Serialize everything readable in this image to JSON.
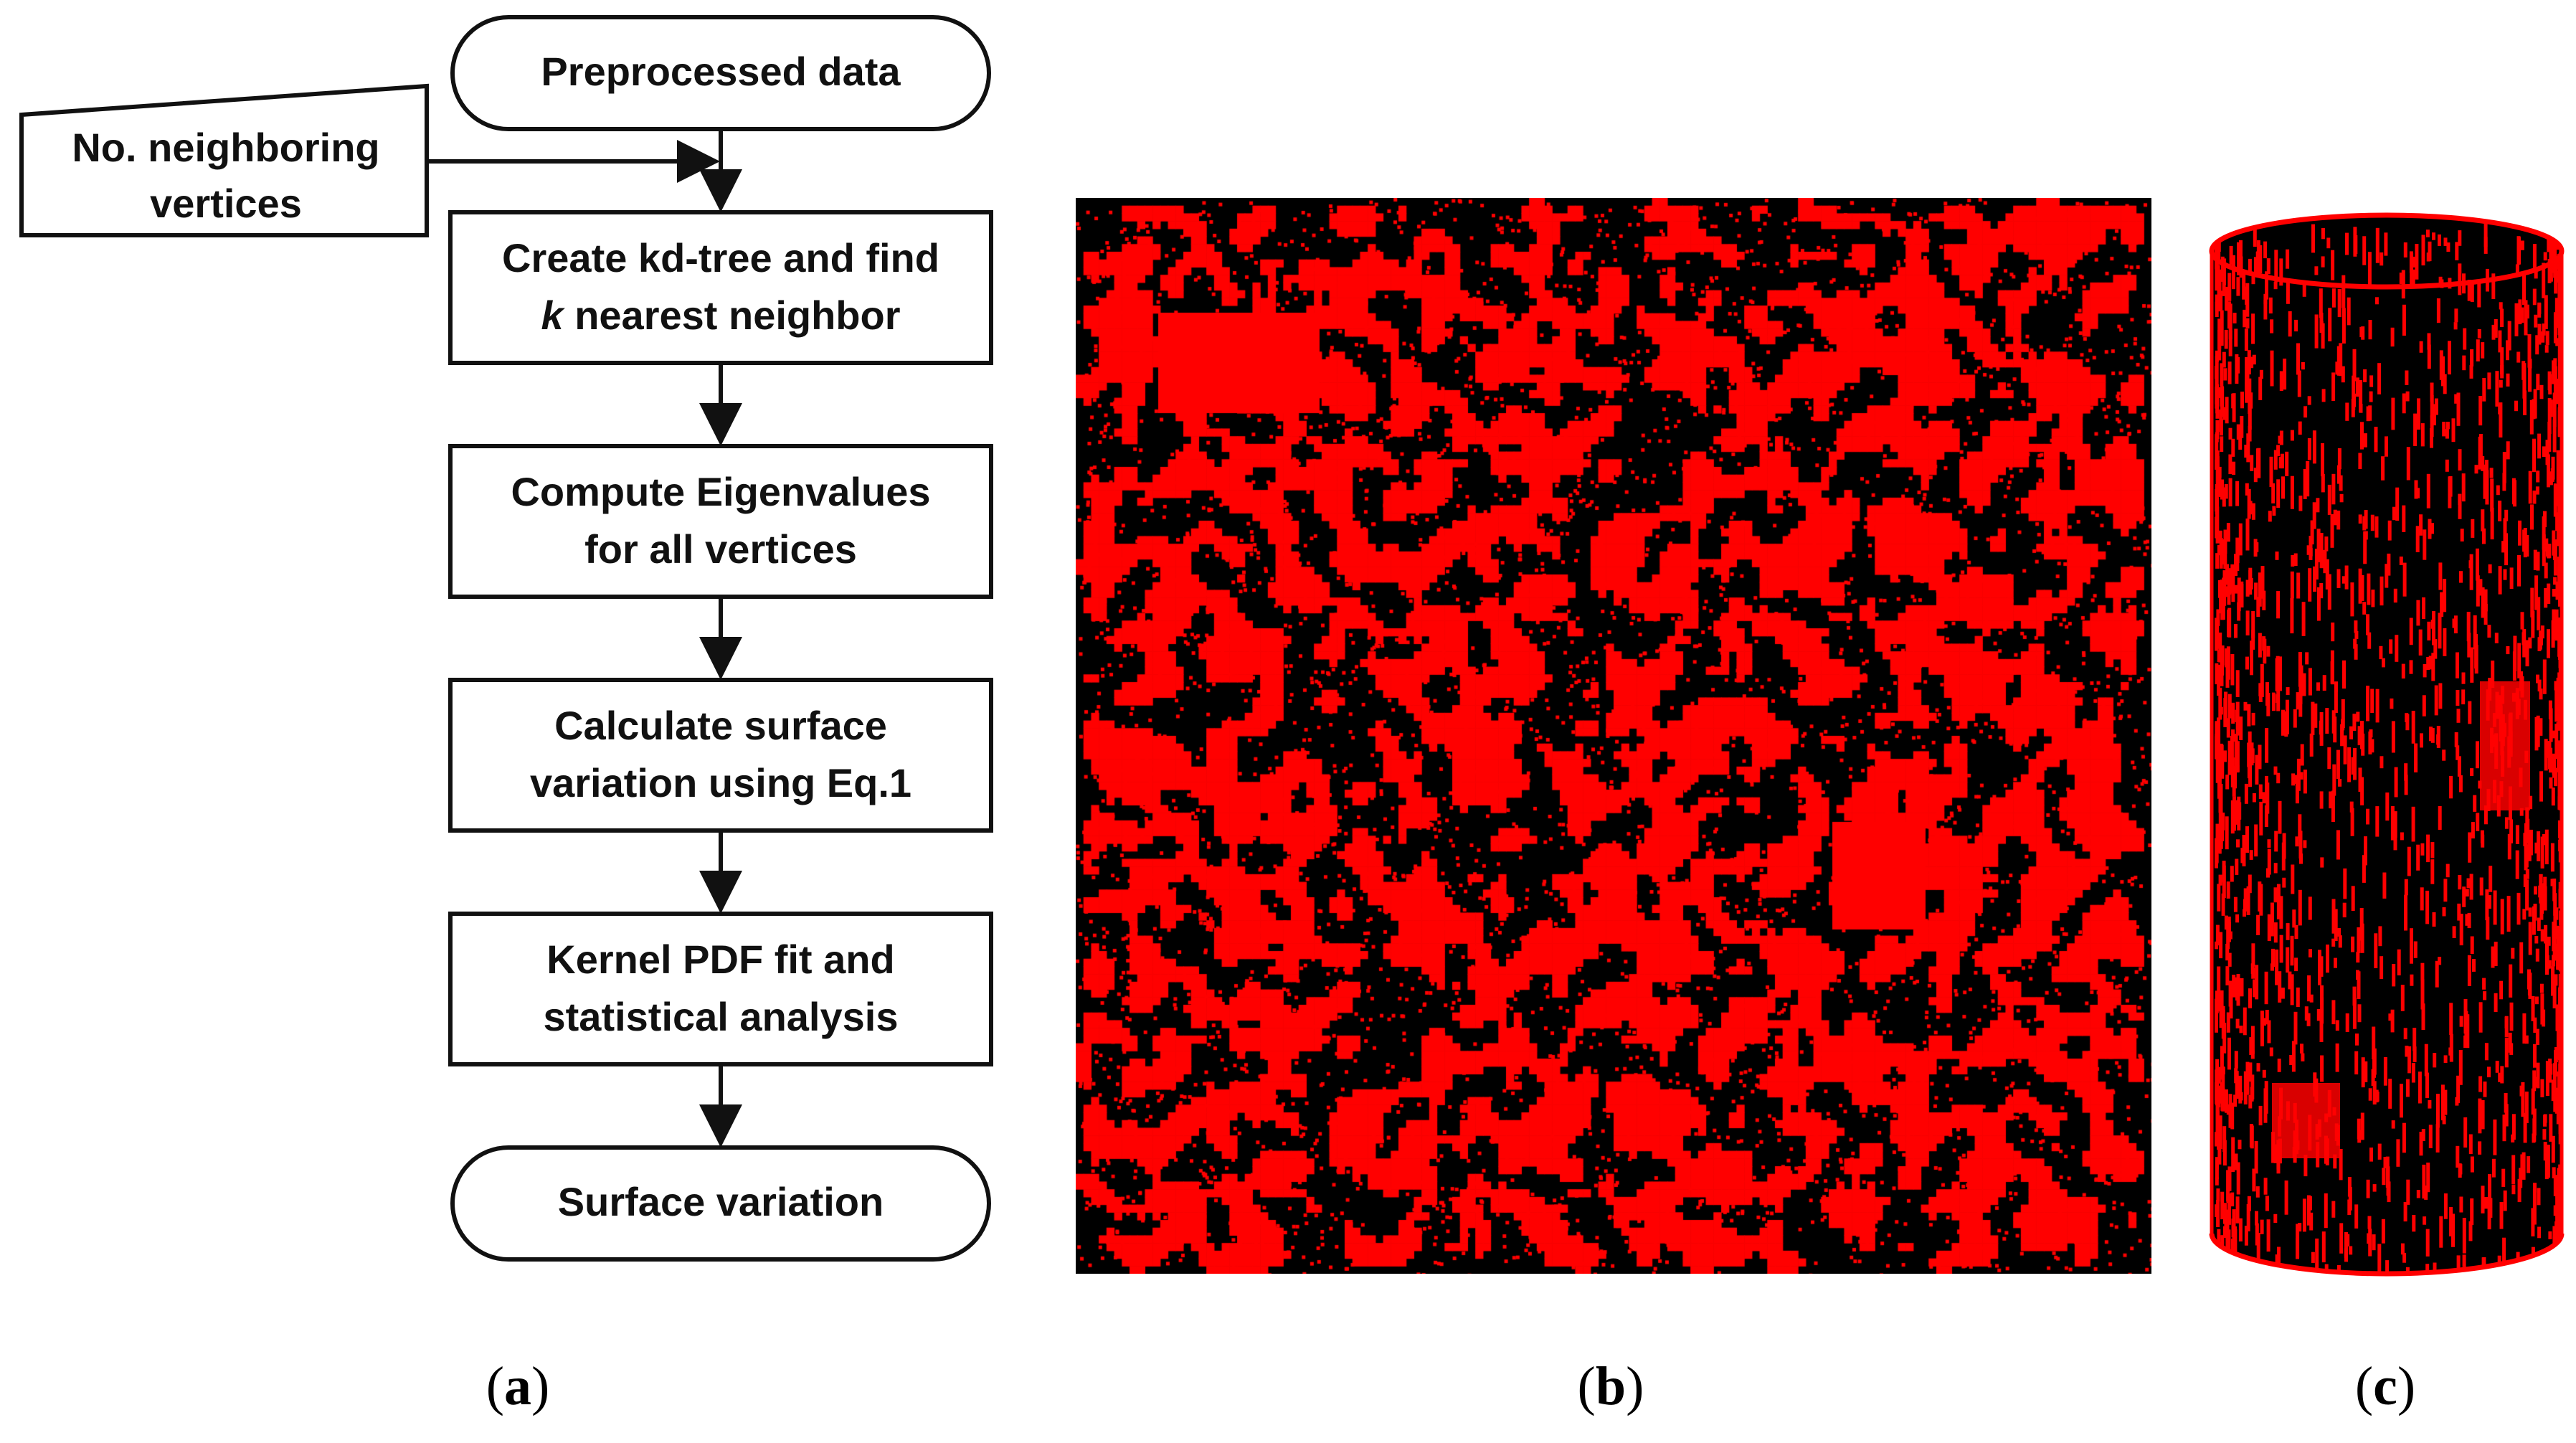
{
  "flowchart": {
    "start": "Preprocessed data",
    "input_line1": "No. neighboring",
    "input_line2": "vertices",
    "step1_line1": "Create kd-tree and find",
    "step1_line2_italic": "k",
    "step1_line2_rest": " nearest neighbor",
    "step2_line1": "Compute Eigenvalues",
    "step2_line2": "for all vertices",
    "step3_line1": "Calculate surface",
    "step3_line2": "variation using Eq.1",
    "step4_line1": "Kernel PDF fit and",
    "step4_line2": "statistical analysis",
    "end": "Surface variation"
  },
  "labels": {
    "a": "a",
    "b": "b",
    "c": "c"
  },
  "colors": {
    "point": "#ff0000",
    "background": "#000000",
    "stroke": "#111111"
  }
}
